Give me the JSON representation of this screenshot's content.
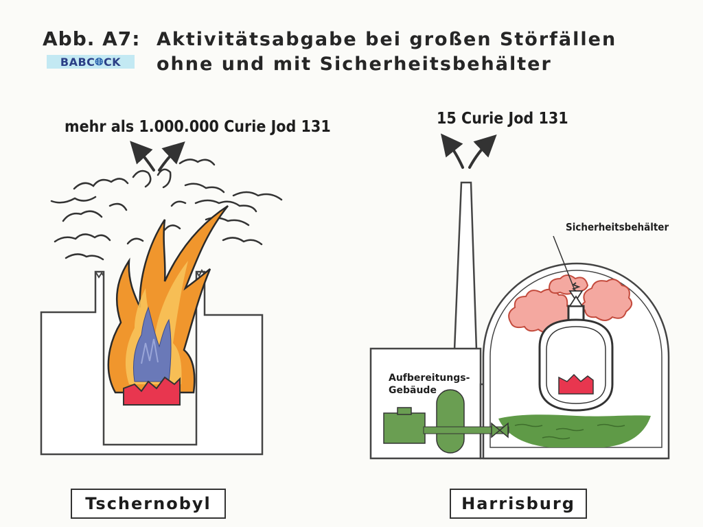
{
  "title": {
    "prefix": "Abb. A7:",
    "line1": "Aktivitätsabgabe bei großen Störfällen",
    "line2": "ohne und mit Sicherheitsbehälter"
  },
  "logo": {
    "before": "BABC",
    "after": "CK"
  },
  "left_panel": {
    "release_label": "mehr als 1.000.000 Curie Jod 131",
    "place_name": "Tschernobyl"
  },
  "right_panel": {
    "release_label": "15 Curie Jod 131",
    "containment_label": "Sicherheitsbehälter",
    "building_label": "Aufbereitungs- Gebäude",
    "place_name": "Harrisburg"
  },
  "colors": {
    "flame_outer": "#f0962d",
    "flame_inner": "#f7c25a",
    "flame_core": "#6a79b8",
    "fuel_red": "#e8364f",
    "steam_pink": "#f4a8a0",
    "water_green": "#5f9a47",
    "equipment_green": "#6a9e52"
  }
}
